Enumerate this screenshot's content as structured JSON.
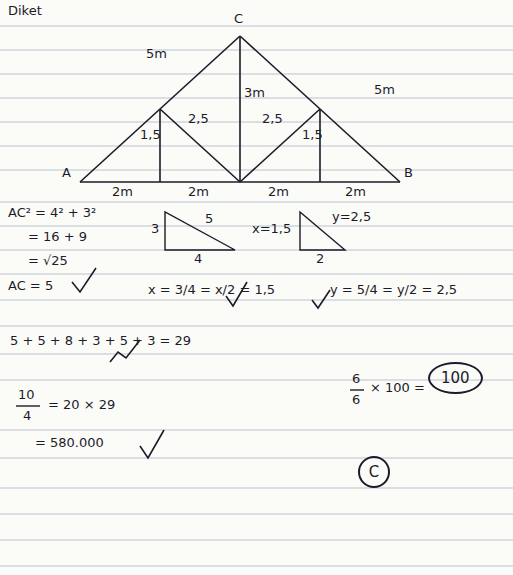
{
  "diagram": {
    "nodes": [
      {
        "text": [
          "100"
        ]
      },
      {
        "text": [
          "C"
        ]
      }
    ],
    "labels": [
      "Diket",
      "C",
      "5m",
      "3m",
      "2,5",
      "2,5",
      "1,5",
      "1,5",
      "5m",
      "A",
      "2m",
      "2m",
      "2m",
      "2m",
      "B",
      "AC² = 4² + 3²",
      "= 16 + 9",
      "= √25",
      "AC = 5",
      "3",
      "5",
      "4",
      "x=1,5",
      "y=2,5",
      "2",
      "x = 3/4 = x/2 = 1,5",
      "y = 5/4 = y/2 = 2,5",
      "5 + 5 + 8 + 3 + 5 + 3 = 29",
      "10",
      "4",
      "= 20 × 29",
      "= 580.000",
      "6",
      "6",
      "× 100 ="
    ]
  }
}
